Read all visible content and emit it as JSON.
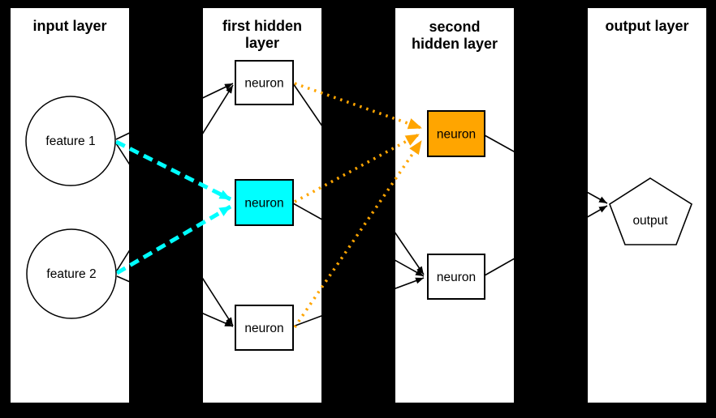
{
  "diagram": {
    "type": "neural-network",
    "colors": {
      "background": "#000000",
      "panel": "#ffffff",
      "line": "#000000",
      "highlight_cyan": "#00ffff",
      "highlight_orange": "#ffa500"
    },
    "layers": [
      {
        "id": "input",
        "title_lines": [
          "input layer"
        ],
        "nodes": [
          {
            "label": "feature 1",
            "shape": "circle"
          },
          {
            "label": "feature 2",
            "shape": "circle"
          }
        ]
      },
      {
        "id": "hidden1",
        "title_lines": [
          "first hidden",
          "layer"
        ],
        "nodes": [
          {
            "label": "neuron",
            "shape": "rect"
          },
          {
            "label": "neuron",
            "shape": "rect",
            "highlight": "cyan"
          },
          {
            "label": "neuron",
            "shape": "rect"
          }
        ]
      },
      {
        "id": "hidden2",
        "title_lines": [
          "second",
          "hidden layer"
        ],
        "nodes": [
          {
            "label": "neuron",
            "shape": "rect",
            "highlight": "orange"
          },
          {
            "label": "neuron",
            "shape": "rect"
          }
        ]
      },
      {
        "id": "output",
        "title_lines": [
          "output layer"
        ],
        "nodes": [
          {
            "label": "output",
            "shape": "pentagon"
          }
        ]
      }
    ],
    "connections": [
      {
        "from": "feature 1",
        "to": "first hidden neuron top",
        "style": "solid-black-arrow"
      },
      {
        "from": "feature 1",
        "to": "first hidden neuron middle",
        "style": "dashed-cyan-arrow"
      },
      {
        "from": "feature 1",
        "to": "first hidden neuron bottom",
        "style": "solid-black-arrow"
      },
      {
        "from": "feature 2",
        "to": "first hidden neuron top",
        "style": "solid-black-arrow"
      },
      {
        "from": "feature 2",
        "to": "first hidden neuron middle",
        "style": "dashed-cyan-arrow"
      },
      {
        "from": "feature 2",
        "to": "first hidden neuron bottom",
        "style": "solid-black-arrow"
      },
      {
        "from": "first hidden neuron top",
        "to": "second hidden neuron top",
        "style": "dotted-orange-arrow"
      },
      {
        "from": "first hidden neuron middle",
        "to": "second hidden neuron top",
        "style": "dotted-orange-arrow"
      },
      {
        "from": "first hidden neuron bottom",
        "to": "second hidden neuron top",
        "style": "dotted-orange-arrow"
      },
      {
        "from": "first hidden neuron top",
        "to": "second hidden neuron bottom",
        "style": "solid-black-arrow"
      },
      {
        "from": "first hidden neuron middle",
        "to": "second hidden neuron bottom",
        "style": "solid-black-arrow"
      },
      {
        "from": "first hidden neuron bottom",
        "to": "second hidden neuron bottom",
        "style": "solid-black-arrow"
      },
      {
        "from": "second hidden neuron top",
        "to": "output",
        "style": "solid-black-arrow"
      },
      {
        "from": "second hidden neuron bottom",
        "to": "output",
        "style": "solid-black-arrow"
      }
    ]
  }
}
